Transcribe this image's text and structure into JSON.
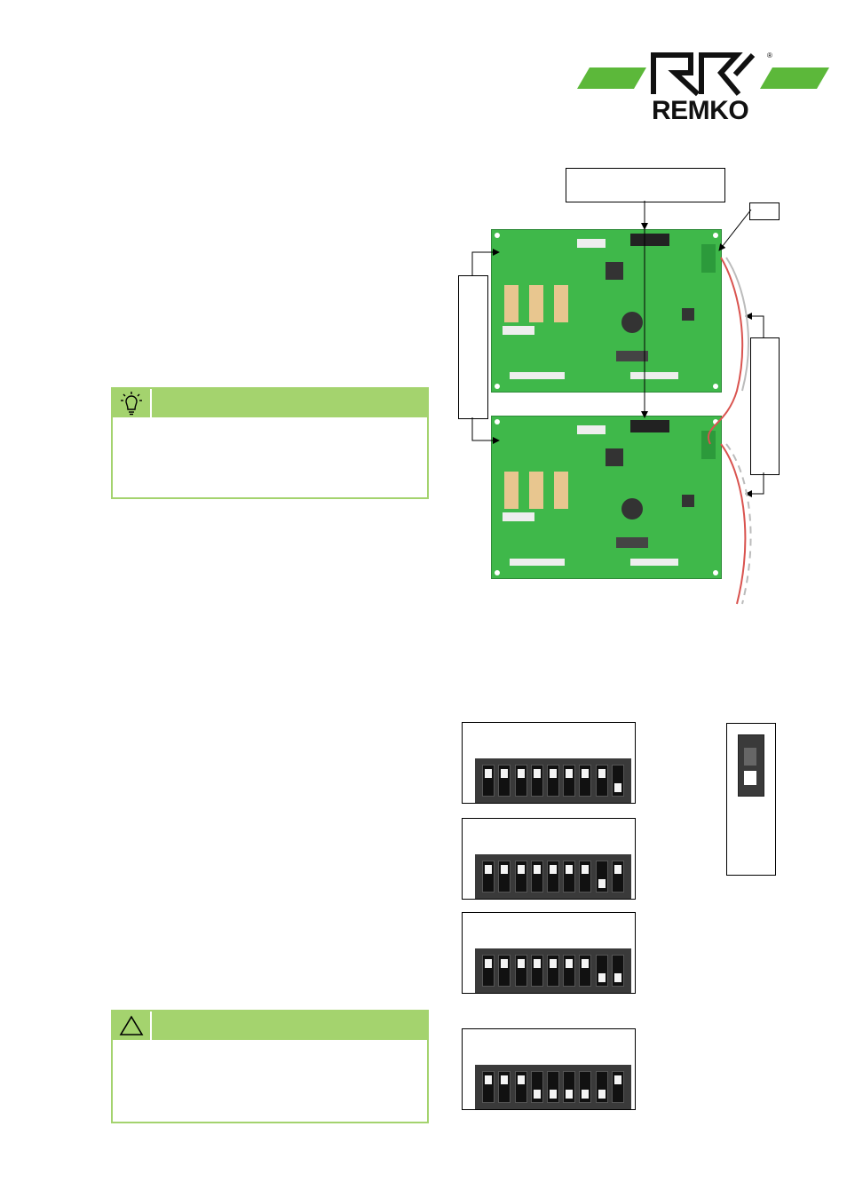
{
  "logo": {
    "name": "REMKO",
    "mark": "®"
  },
  "tip_box": {
    "icon": "lightbulb-icon",
    "accent": "#a4d36e"
  },
  "warning_box": {
    "icon": "warning-triangle-icon",
    "accent": "#a4d36e"
  },
  "diagram": {
    "board_color": "#3fb84a",
    "boards": [
      "top",
      "bottom"
    ]
  },
  "dip_switches": [
    {
      "positions": [
        "up",
        "up",
        "up",
        "up",
        "up",
        "up",
        "up",
        "up",
        "down"
      ]
    },
    {
      "positions": [
        "up",
        "up",
        "up",
        "up",
        "up",
        "up",
        "up",
        "down",
        "up"
      ]
    },
    {
      "positions": [
        "up",
        "up",
        "up",
        "up",
        "up",
        "up",
        "up",
        "down",
        "down"
      ]
    },
    {
      "positions": [
        "up",
        "up",
        "up",
        "down",
        "down",
        "down",
        "down",
        "down",
        "up"
      ]
    }
  ],
  "single_switch": {
    "position": "down"
  }
}
